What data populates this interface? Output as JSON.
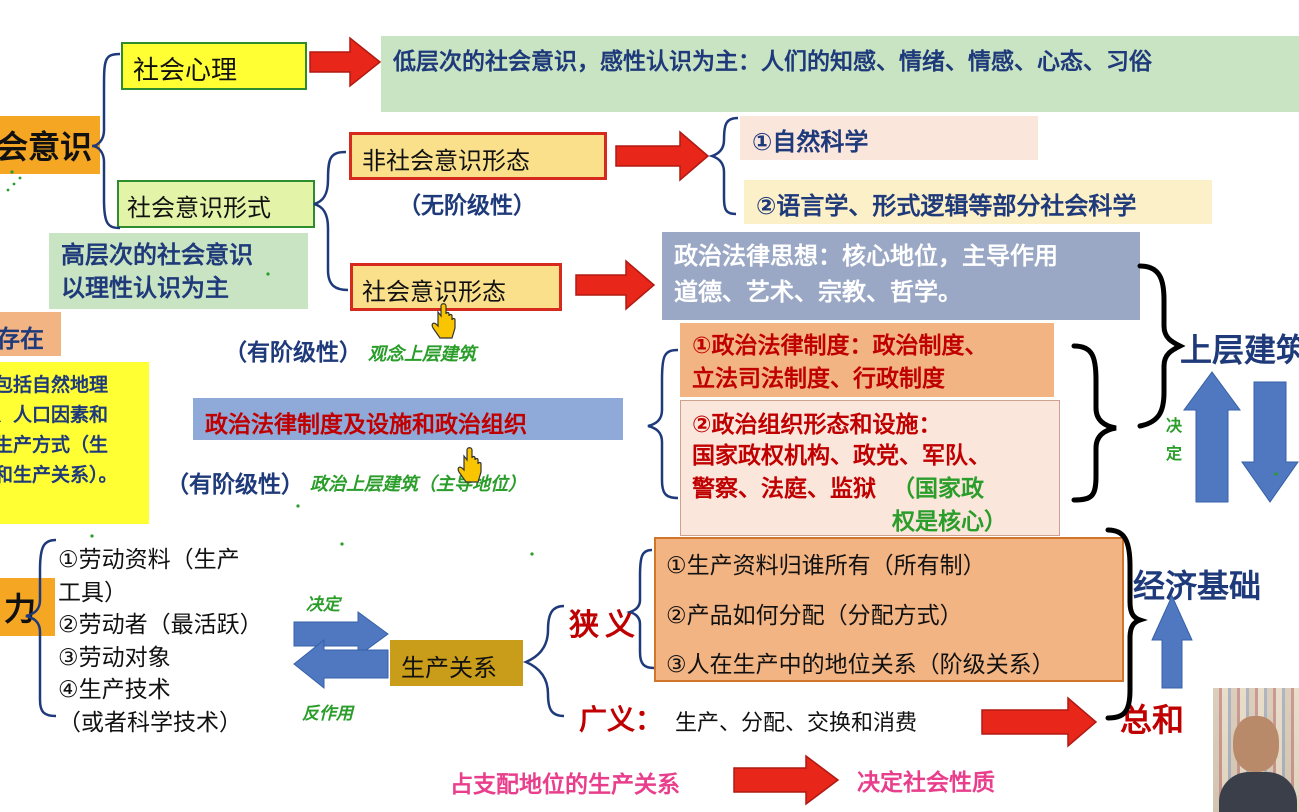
{
  "left_edge": {
    "shehui_yishi": "会意识",
    "cunzai": "存在",
    "cunzai_detail": "包括自然地理\n、人口因素和\n生产方式（生\n和生产关系）。",
    "li": "力"
  },
  "top": {
    "shehui_xinli": "社会心理",
    "shehui_xinli_desc": "低层次的社会意识，感性认识为主：人们的知感、情绪、情感、心态、习俗",
    "shehui_yishi_xingshi": "社会意识形式",
    "gaocengci": "高层次的社会意识\n以理性认识为主",
    "fei_yishi_xingtai": "非社会意识形态",
    "wu_jiejixing": "（无阶级性）",
    "ziran_kexue": "①自然科学",
    "yuyan_xue": "②语言学、形式逻辑等部分社会科学",
    "yishi_xingtai": "社会意识形态",
    "zhengzhi_sixiang": "政治法律思想：核心地位，主导作用\n道德、艺术、宗教、哲学。",
    "you_jiejixing_1": "（有阶级性）",
    "guannian_shangceng": "观念上层建筑"
  },
  "middle": {
    "zhidu_sheshi": "政治法律制度及设施和政治组织",
    "you_jiejixing_2": "（有阶级性）",
    "zhengzhi_shangceng": "政治上层建筑（主导地位）",
    "zhidu_1": "①政治法律制度：政治制度、\n立法司法制度、行政制度",
    "zuzhi_2_title": "②政治组织形态和设施：",
    "zuzhi_2_red": "国家政权机构、政党、军队、\n警察、法庭、监狱",
    "zuzhi_2_green": "（国家政\n权是核心）",
    "shangceng_jianzhu": "上层建筑",
    "jueding_v": "决\n定"
  },
  "bottom": {
    "laodong_ziliao": "①劳动资料（生产\n工具）\n②劳动者（最活跃）\n③劳动对象\n④生产技术\n（或者科学技术）",
    "jueding": "决定",
    "fan_zuoyong": "反作用",
    "shengchan_guanxi": "生产关系",
    "xiayi": "狭义",
    "guangyi": "广义：",
    "guangyi_detail": "生产、分配、交换和消费",
    "item1": "①生产资料归谁所有（所有制）",
    "item2": "②产品如何分配（分配方式）",
    "item3": "③人在生产中的地位关系（阶级关系）",
    "jingji_jichu": "经济基础",
    "zonghe": "总和",
    "zhipei": "占支配地位的生产关系",
    "jueding_xingzhi": "决定社会性质"
  },
  "colors": {
    "red": "#c00000",
    "orange": "#f2b483",
    "blue": "#5b80c4",
    "green_box": "#c9e4c2",
    "yellow": "#ffff33"
  }
}
